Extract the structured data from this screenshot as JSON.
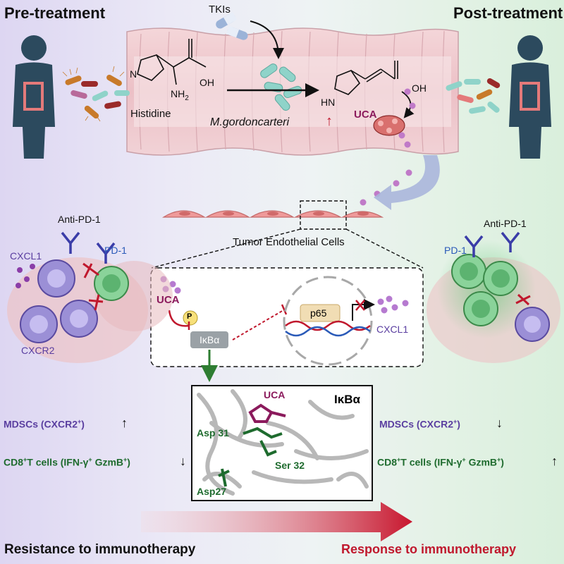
{
  "headers": {
    "pre": "Pre-treatment",
    "post": "Post-treatment"
  },
  "gut": {
    "tkis": "TKIs",
    "histidine": "Histidine",
    "nh2": "NH",
    "nh2_sub": "2",
    "oh_left": "OH",
    "oh_right": "OH",
    "hn": "HN",
    "n": "N",
    "uca": "UCA",
    "bacterium": "M.gordoncarteri"
  },
  "endothelium": {
    "label": "Tumor Endothelial Cells"
  },
  "left_tme": {
    "anti_pd1": "Anti-PD-1",
    "cxcl1": "CXCL1",
    "pd1": "PD-1",
    "cxcr2": "CXCR2"
  },
  "right_tme": {
    "anti_pd1": "Anti-PD-1",
    "pd1": "PD-1"
  },
  "pathway": {
    "uca": "UCA",
    "phospho": "P",
    "ikba": "IκBα",
    "p65": "p65",
    "cxcl1": "CXCL1"
  },
  "structure": {
    "title": "IκBα",
    "uca": "UCA",
    "asp31": "Asp 31",
    "ser32": "Ser 32",
    "asp27": "Asp27"
  },
  "left_readout": {
    "mdsc_label": "MDSCs (CXCR2",
    "mdsc_sup": "+",
    "mdsc_close": ")",
    "mdsc_arrow": "↑",
    "cd8_a": "CD8",
    "cd8_sup1": "+",
    "cd8_b": "T cells (IFN-γ",
    "cd8_sup2": "+",
    "cd8_c": " GzmB",
    "cd8_sup3": "+",
    "cd8_d": ")",
    "cd8_arrow": "↓"
  },
  "right_readout": {
    "mdsc_label": "MDSCs (CXCR2",
    "mdsc_sup": "+",
    "mdsc_close": ")",
    "mdsc_arrow": "↓",
    "cd8_a": "CD8",
    "cd8_sup1": "+",
    "cd8_b": "T cells (IFN-γ",
    "cd8_sup2": "+",
    "cd8_c": " GzmB",
    "cd8_sup3": "+",
    "cd8_d": ")",
    "cd8_arrow": "↑"
  },
  "outcomes": {
    "resistance": "Resistance to immunotherapy",
    "response": "Response to immunotherapy"
  },
  "colors": {
    "resistance": "#111111",
    "response": "#c0182d",
    "body": "#2c4a5e",
    "uca": "#8b1a5c",
    "cd8": "#1e6b2e",
    "mdsc": "#5a3ea0"
  }
}
